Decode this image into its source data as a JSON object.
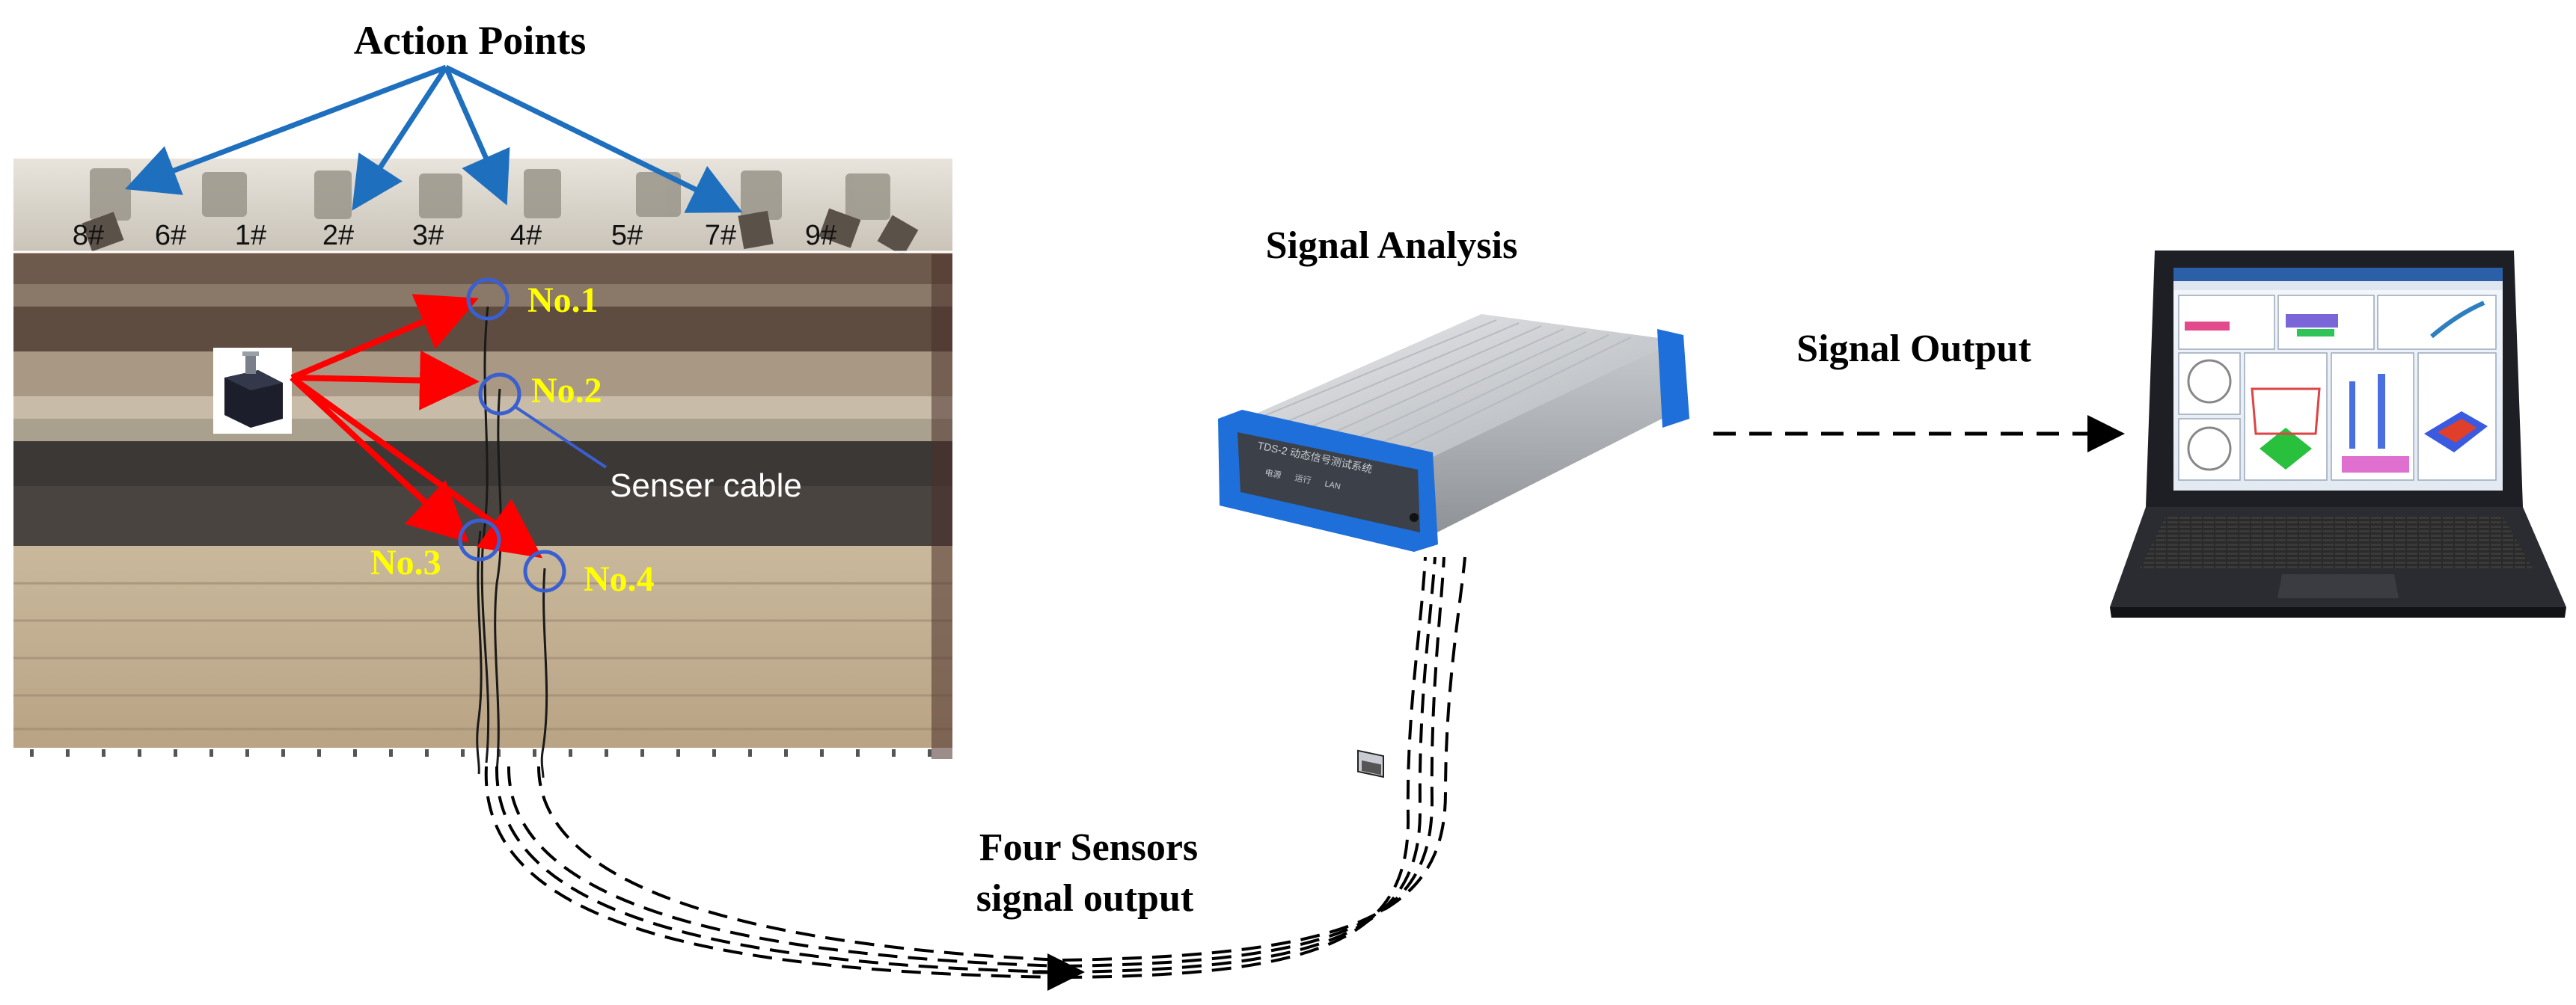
{
  "title": "Action Points",
  "action_point_labels": [
    "8#",
    "6#",
    "1#",
    "2#",
    "3#",
    "4#",
    "5#",
    "7#",
    "9#"
  ],
  "sensor_labels": [
    "No.1",
    "No.2",
    "No.3",
    "No.4"
  ],
  "cable_label": "Senser cable",
  "signal_analysis_label": "Signal Analysis",
  "signal_output_label": "Signal Output",
  "four_sensors_label_line1": "Four Sensors",
  "four_sensors_label_line2": "signal output",
  "colors": {
    "arrow_blue": "#1f6fbf",
    "arrow_red": "#ff0000",
    "sensor_text": "#ffff00",
    "sensor_circle": "#3a5fd0",
    "device_blue": "#1e6fd9"
  },
  "device_panel_text": [
    "TDS-2 动态信号测试系统",
    "电源",
    "运行",
    "LAN"
  ]
}
